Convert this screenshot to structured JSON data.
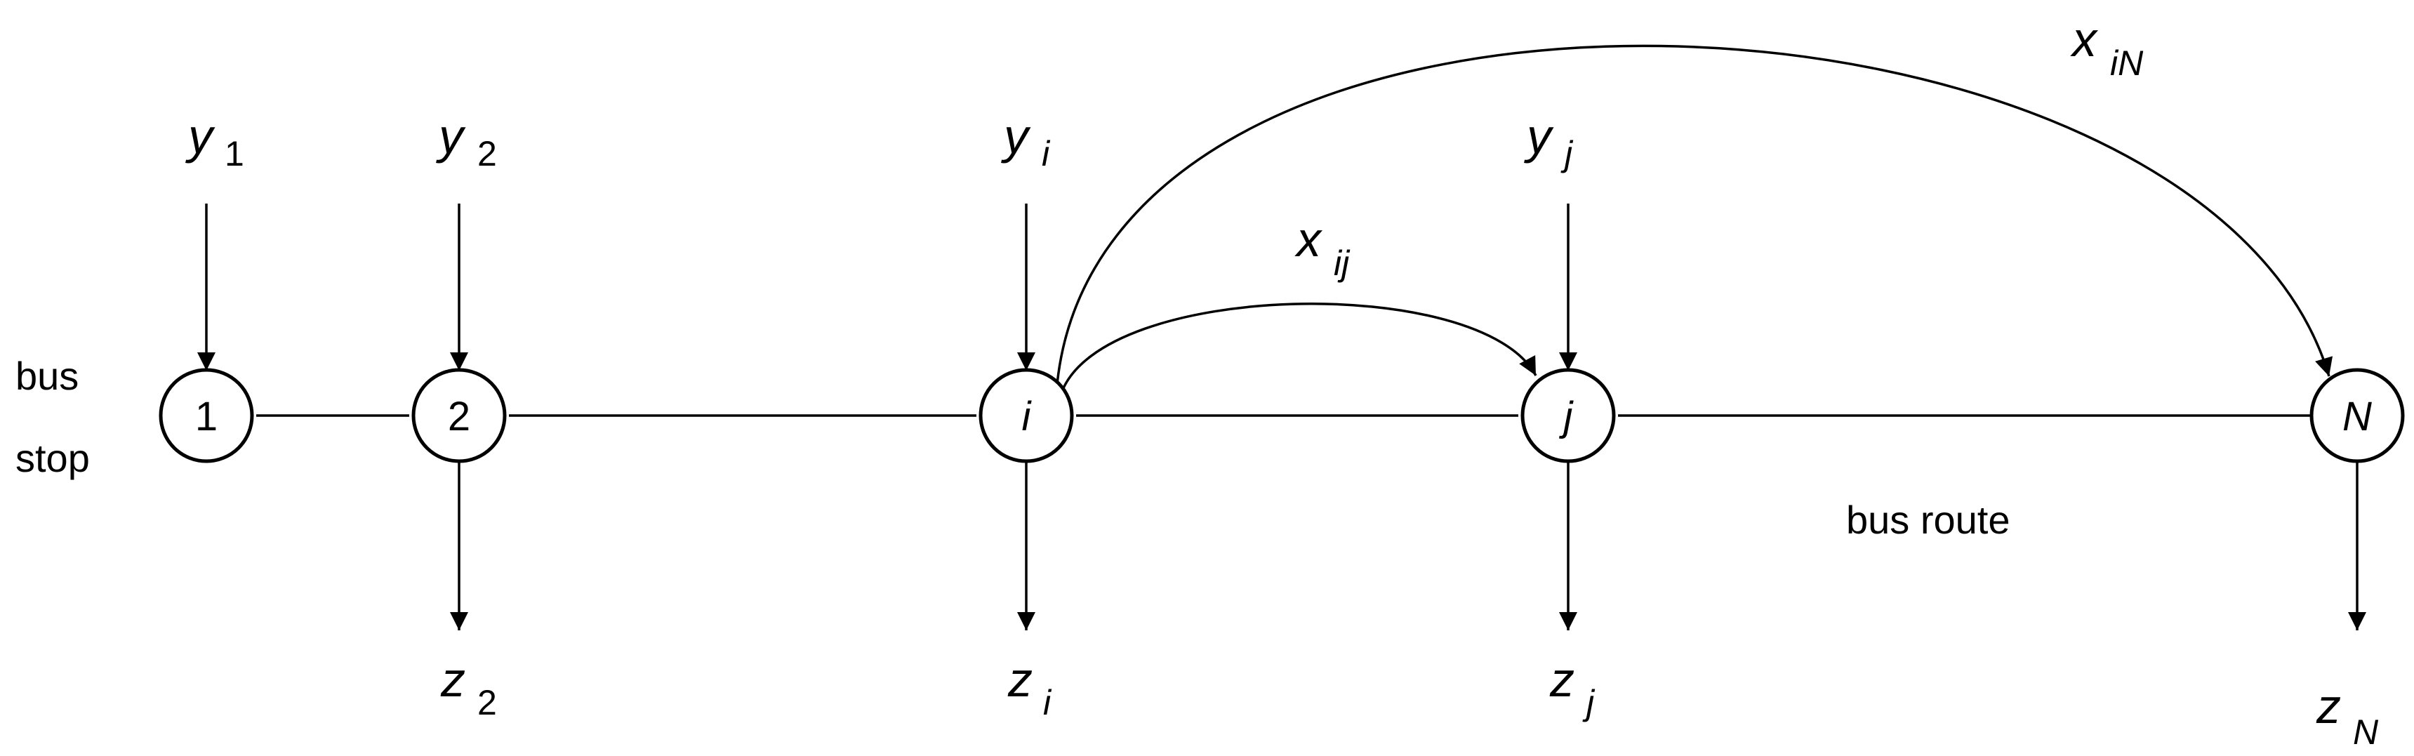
{
  "stop_label": [
    "bus",
    "stop"
  ],
  "route_label": "bus route",
  "nodes": [
    {
      "id": "1",
      "italic": false
    },
    {
      "id": "2",
      "italic": false
    },
    {
      "id": "i",
      "italic": true
    },
    {
      "id": "j",
      "italic": true
    },
    {
      "id": "N",
      "italic": true
    }
  ],
  "boardings": [
    {
      "var": "y",
      "sub": "1",
      "node": "1"
    },
    {
      "var": "y",
      "sub": "2",
      "node": "2"
    },
    {
      "var": "y",
      "sub": "i",
      "node": "i"
    },
    {
      "var": "y",
      "sub": "j",
      "node": "j"
    }
  ],
  "alightings": [
    {
      "var": "z",
      "sub": "2",
      "node": "2"
    },
    {
      "var": "z",
      "sub": "i",
      "node": "i"
    },
    {
      "var": "z",
      "sub": "j",
      "node": "j"
    },
    {
      "var": "z",
      "sub": "N",
      "node": "N"
    }
  ],
  "flows": [
    {
      "var": "x",
      "sub": "ij",
      "from": "i",
      "to": "j"
    },
    {
      "var": "x",
      "sub": "iN",
      "from": "i",
      "to": "N"
    }
  ]
}
